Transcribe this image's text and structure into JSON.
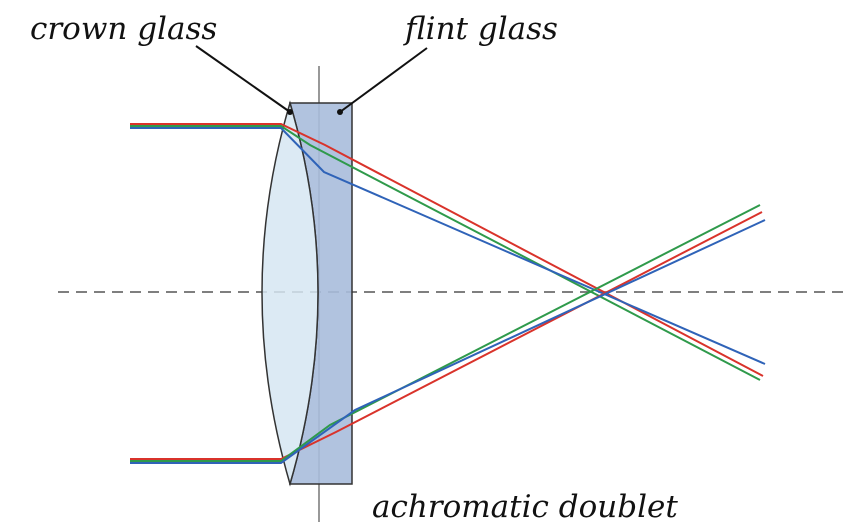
{
  "labels": {
    "crown_glass": "crown glass",
    "flint_glass": "flint glass",
    "achromatic_doublet": "achromatic doublet"
  },
  "colors": {
    "red_ray": "#d9332b",
    "green_ray": "#2f9a4b",
    "blue_ray": "#2f63b8",
    "crown_fill": "#d6e6f2",
    "flint_fill": "#a9bcdc",
    "outline": "#333333",
    "axis": "#555555"
  }
}
